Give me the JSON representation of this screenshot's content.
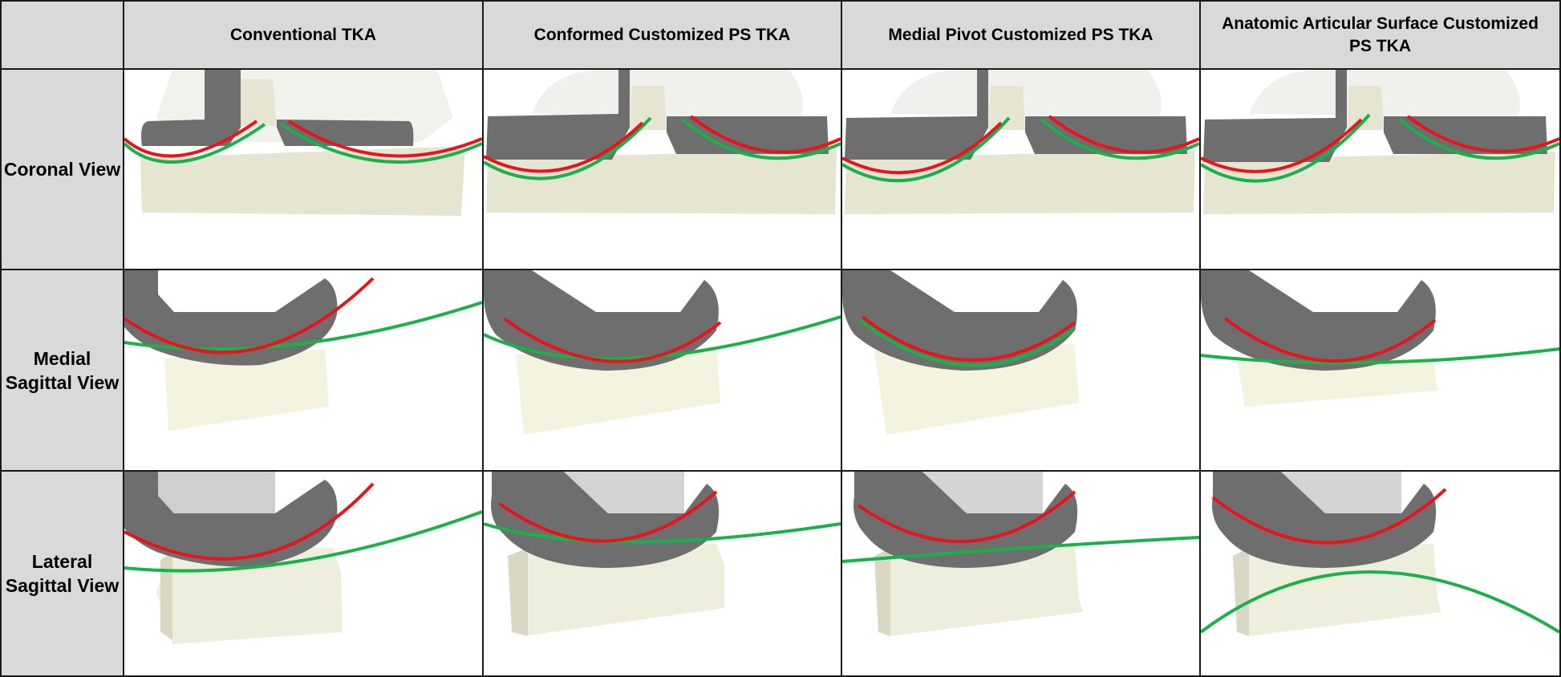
{
  "column_headers": [
    "",
    "Conventional TKA",
    "Conformed Customized PS TKA",
    "Medial Pivot Customized PS TKA",
    "Anatomic Articular Surface Customized PS TKA"
  ],
  "row_headers": [
    "Coronal View",
    "Medial Sagittal View",
    "Lateral Sagittal View"
  ],
  "colors": {
    "header_bg": "#d9d9d9",
    "component_gray": "#6e6e6e",
    "insert_beige": "#e6e5d2",
    "femoral_curve": "#e8141b",
    "tibial_curve": "#1ab04a",
    "grid_line": "#1a1a1a"
  }
}
